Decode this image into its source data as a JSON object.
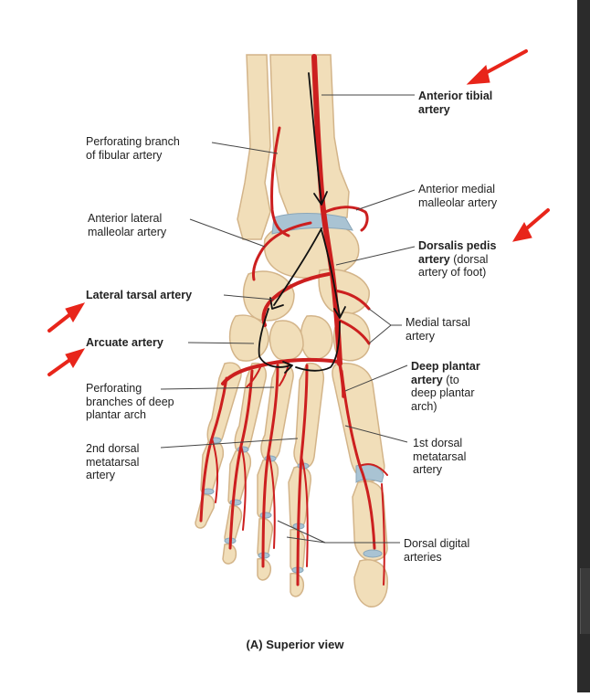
{
  "labels": {
    "anterior_tibial": [
      "Anterior tibial",
      "artery"
    ],
    "perforating_fibular": [
      "Perforating branch",
      "of fibular artery"
    ],
    "anterior_medial_malleolar": [
      "Anterior medial",
      "malleolar artery"
    ],
    "anterior_lateral_malleolar": [
      "Anterior lateral",
      "malleolar artery"
    ],
    "dorsalis_pedis": [
      "Dorsalis pedis",
      "artery",
      " (dorsal",
      "artery of foot)"
    ],
    "lateral_tarsal": "Lateral tarsal artery",
    "medial_tarsal": [
      "Medial tarsal",
      "artery"
    ],
    "arcuate": "Arcuate artery",
    "deep_plantar": [
      "Deep plantar",
      "artery",
      " (to",
      "deep plantar",
      "arch)"
    ],
    "perforating_deep_plantar": [
      "Perforating",
      "branches of deep",
      "plantar arch"
    ],
    "first_dorsal_metatarsal": [
      "1st dorsal",
      "metatarsal",
      "artery"
    ],
    "second_dorsal_metatarsal": [
      "2nd dorsal",
      "metatarsal",
      "artery"
    ],
    "dorsal_digital": [
      "Dorsal digital",
      "arteries"
    ]
  },
  "caption": "(A) Superior view",
  "colors": {
    "bone": "#f1deb9",
    "bone_shade": "#d7b98a",
    "artery": "#cc1f1f",
    "cartilage": "#a9c3d3",
    "annotation_arrow": "#e8251a",
    "ink": "#111111",
    "leader": "#444444",
    "strip": "#2b2b2b"
  },
  "icons": [
    "red-arrow-icon",
    "hand-drawn-flow-arrow-icon"
  ]
}
